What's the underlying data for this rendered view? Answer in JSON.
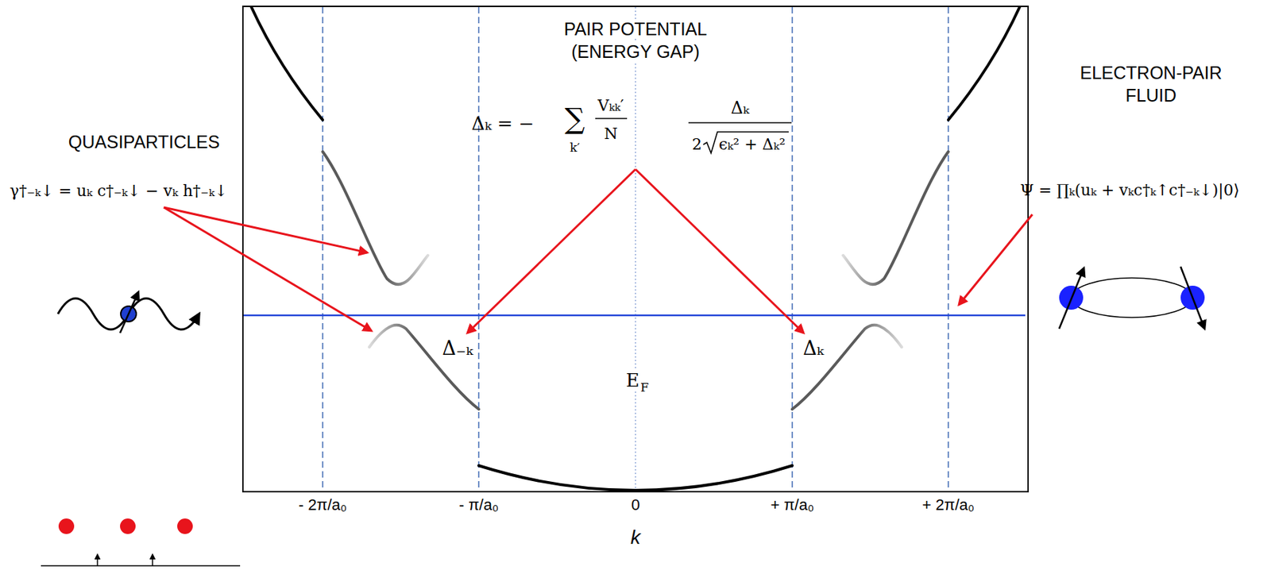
{
  "diagram": {
    "labels": [
      "QUASIPARTICLES",
      "γ†₋ₖ↓ = uₖ c†₋ₖ↓ − vₖ h†₋ₖ↓",
      "PAIR POTENTIAL",
      "(ENERGY GAP)",
      "Δₖ = −",
      "∑",
      "k′",
      "Vₖₖ′",
      "N",
      "Δₖ",
      "2",
      "ϵₖ² + Δₖ²",
      "ELECTRON-PAIR",
      "FLUID",
      "Ψ = ∏ₖ(uₖ + vₖc†ₖ↑c†₋ₖ↓)|0⟩",
      "Δ₋ₖ",
      "Δₖ",
      "E",
      "F",
      "- 2π/a₀",
      "- π/a₀",
      "0",
      "+ π/a₀",
      "+ 2π/a₀",
      "k"
    ]
  }
}
